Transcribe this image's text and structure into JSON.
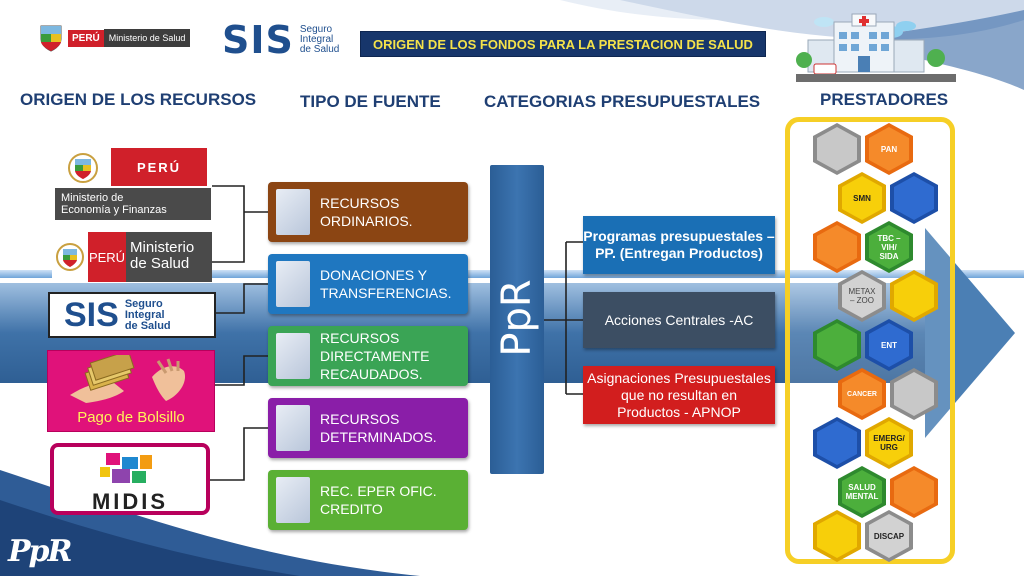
{
  "header": {
    "peru_label": "PERÚ",
    "ministerio_label": "Ministerio de Salud",
    "sis_big": "SIS",
    "sis_small_1": "Seguro",
    "sis_small_2": "Integral",
    "sis_small_3": "de Salud",
    "title": "ORIGEN DE LOS FONDOS PARA LA PRESTACION DE SALUD"
  },
  "columns": {
    "origen": "ORIGEN DE LOS RECURSOS",
    "tipo": "TIPO DE FUENTE",
    "categorias": "CATEGORIAS PRESUPUESTALES",
    "prestadores": "PRESTADORES"
  },
  "origins": {
    "mef_peru": "PERÚ",
    "mef_line1": "Ministerio de",
    "mef_line2": "Economía y Finanzas",
    "minsa_peru": "PERÚ",
    "minsa_line1": "Ministerio",
    "minsa_line2": "de Salud",
    "sis_big": "SIS",
    "sis_s1": "Seguro",
    "sis_s2": "Integral",
    "sis_s3": "de Salud",
    "bolsillo": "Pago de Bolsillo",
    "midis": "MIDIS"
  },
  "sources": [
    {
      "label_1": "RECURSOS",
      "label_2": "ORDINARIOS.",
      "label_3": "",
      "color": "#8b4513"
    },
    {
      "label_1": "DONACIONES Y",
      "label_2": "TRANSFERENCIAS.",
      "label_3": "",
      "color": "#1f77c0"
    },
    {
      "label_1": "RECURSOS",
      "label_2": "DIRECTAMENTE",
      "label_3": "RECAUDADOS.",
      "color": "#3aa455"
    },
    {
      "label_1": "RECURSOS",
      "label_2": "DETERMINADOS.",
      "label_3": "",
      "color": "#8a1ea8"
    },
    {
      "label_1": "REC. EPER OFIC.",
      "label_2": "CREDITO",
      "label_3": "",
      "color": "#5ab034"
    }
  ],
  "ppr": "PpR",
  "categories": [
    {
      "label_1": "Programas presupuestales –",
      "label_2": "PP. (Entregan Productos)",
      "label_3": "",
      "color": "#1a6fb5"
    },
    {
      "label_1": "Acciones Centrales -AC",
      "label_2": "",
      "label_3": "",
      "color": "#3c4e63"
    },
    {
      "label_1": "Asignaciones Presupuestales",
      "label_2": "que  no resultan en",
      "label_3": "Productos - APNOP",
      "color": "#d21e1e"
    }
  ],
  "prestadores": {
    "pan": "PAN",
    "smn": "SMN",
    "tbc_1": "TBC –",
    "tbc_2": "VIH/",
    "tbc_3": "SIDA",
    "metax_1": "METAX",
    "metax_2": "– ZOO",
    "ent": "ENT",
    "cancer": "CANCER",
    "emerg_1": "EMERG/",
    "emerg_2": "URG",
    "salud_1": "SALUD",
    "salud_2": "MENTAL",
    "discap": "DISCAP"
  },
  "footer_logo": "PpR"
}
